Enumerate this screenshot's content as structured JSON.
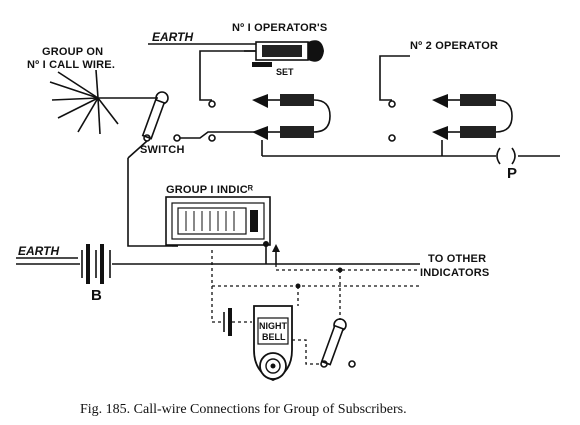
{
  "labels": {
    "earth_top": "EARTH",
    "operator1_title": "Nº I OPERATOR'S",
    "operator1_set": "SET",
    "operator2_title": "Nº 2 OPERATOR",
    "group_line1": "GROUP ON",
    "group_line2": "Nº I CALL WIRE.",
    "switch": "SWITCH",
    "indicator": "GROUP I INDICᴿ",
    "earth_left": "EARTH",
    "battery": "B",
    "to_other_line1": "TO OTHER",
    "to_other_line2": "INDICATORS",
    "night_bell_line1": "NIGHT",
    "night_bell_line2": "BELL",
    "plug": "P"
  },
  "caption": "Fig. 185.   Call-wire Connections for Group of Subscribers."
}
